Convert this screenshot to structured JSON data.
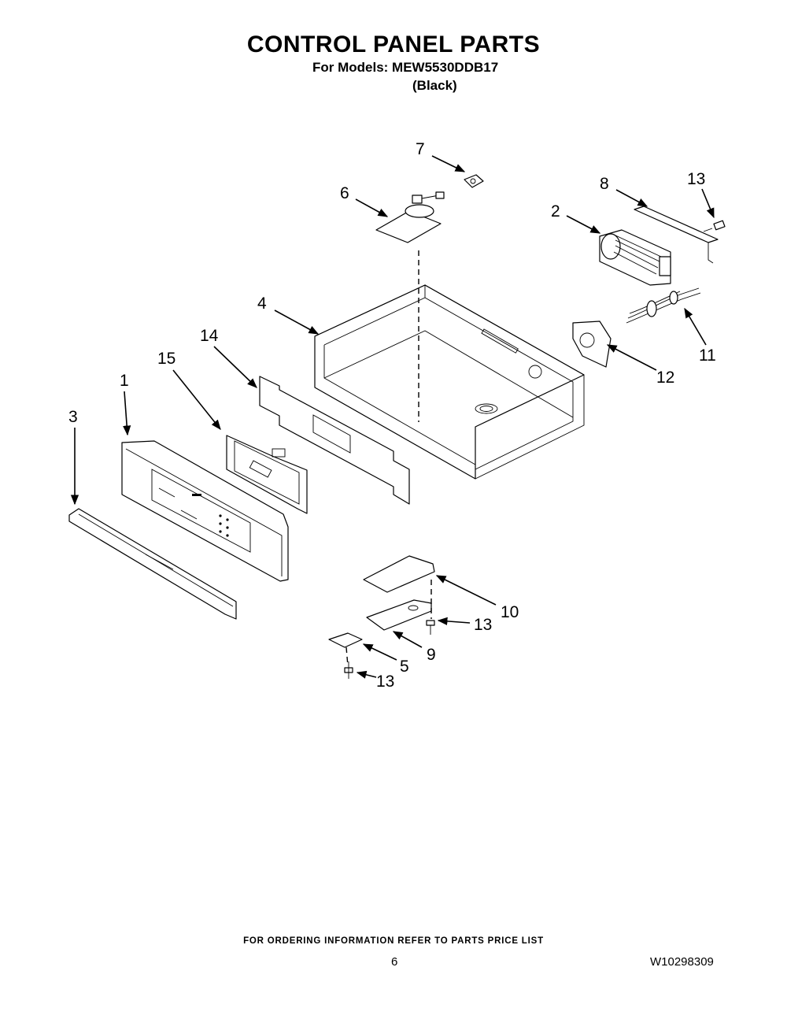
{
  "header": {
    "title": "CONTROL PANEL PARTS",
    "models": "For Models: MEW5530DDB17",
    "variant": "(Black)"
  },
  "callouts": [
    "7",
    "6",
    "8",
    "13",
    "2",
    "4",
    "11",
    "12",
    "14",
    "15",
    "1",
    "3",
    "10",
    "13",
    "9",
    "5",
    "13"
  ],
  "footer": {
    "note": "FOR ORDERING INFORMATION REFER TO PARTS PRICE LIST",
    "page": "6",
    "doc_number": "W10298309"
  }
}
